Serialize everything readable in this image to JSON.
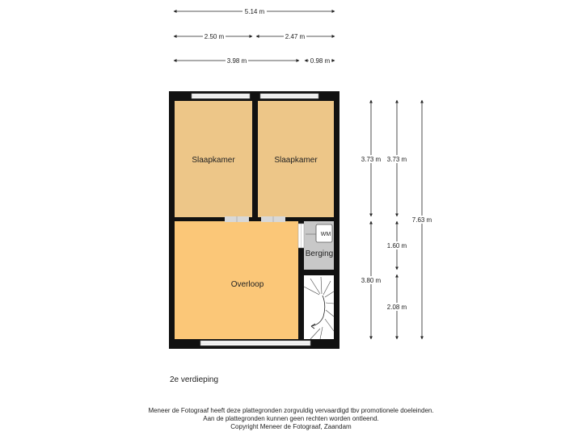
{
  "dimensions": {
    "top_total": "5.14 m",
    "top_left": "2.50 m",
    "top_right": "2.47 m",
    "row3_left": "3.98 m",
    "row3_right": "0.98 m",
    "v_left_top": "3.73 m",
    "v_left_bottom": "3.80 m",
    "v_mid_top": "3.73 m",
    "v_mid_middle": "1.60 m",
    "v_mid_bottom": "2.08 m",
    "v_total": "7.63 m"
  },
  "rooms": {
    "bedroom_left": "Slaapkamer",
    "bedroom_right": "Slaapkamer",
    "landing": "Overloop",
    "storage": "Berging",
    "washing_machine": "WM"
  },
  "colors": {
    "bedroom": "#edc688",
    "landing": "#fbc778",
    "storage": "#c8c8c8",
    "wall": "#111111"
  },
  "floor_label": "2e verdieping",
  "footer": {
    "line1": "Meneer de Fotograaf heeft deze plattegronden zorgvuldig vervaardigd tbv promotionele doeleinden.",
    "line2": "Aan de plattegronden kunnen geen rechten worden ontleend.",
    "line3": "Copyright Meneer de Fotograaf, Zaandam"
  }
}
